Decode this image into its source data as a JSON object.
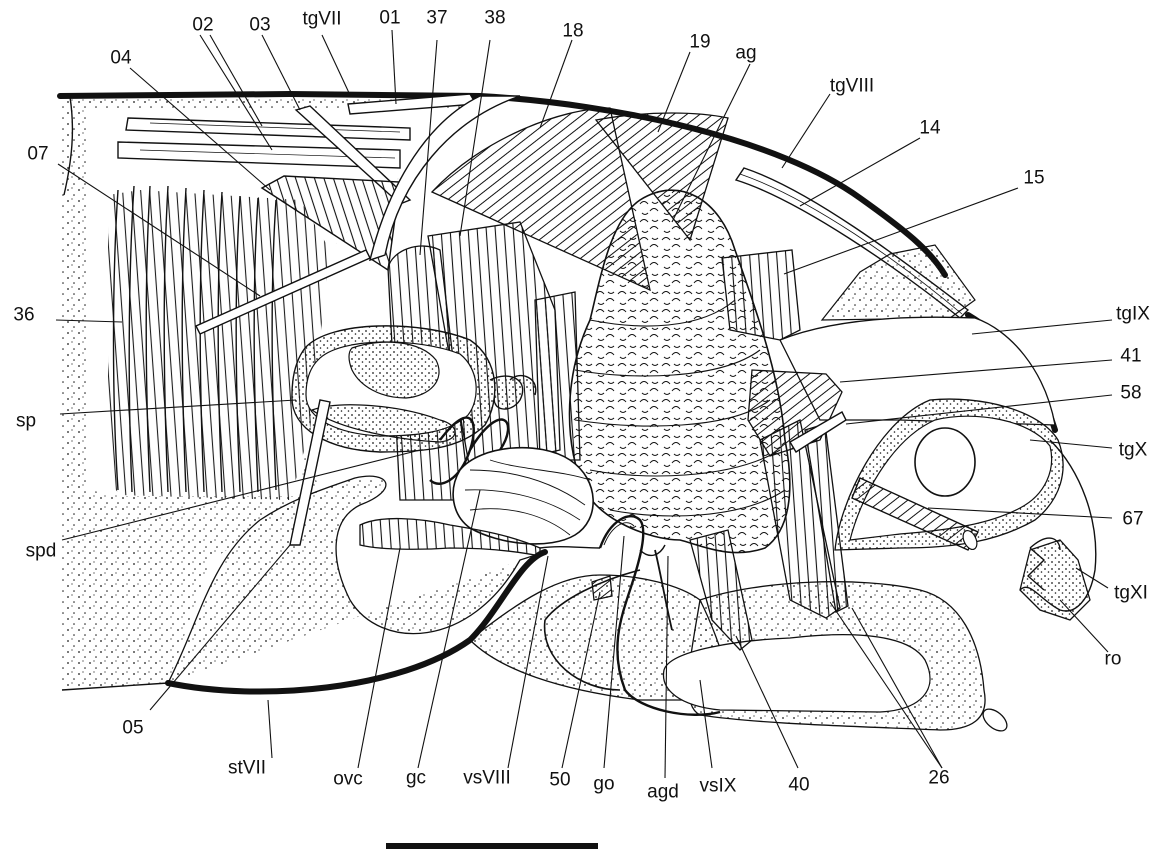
{
  "figure": {
    "kind": "anatomical line drawing",
    "colors": {
      "ink": "#111111",
      "paper": "#ffffff",
      "stipple": "#1a1a1a"
    },
    "scale_bar_label": ""
  },
  "labels": [
    {
      "id": "l01",
      "text": "01"
    },
    {
      "id": "l02",
      "text": "02"
    },
    {
      "id": "l03",
      "text": "03"
    },
    {
      "id": "l04",
      "text": "04"
    },
    {
      "id": "l05",
      "text": "05"
    },
    {
      "id": "l07",
      "text": "07"
    },
    {
      "id": "l14",
      "text": "14"
    },
    {
      "id": "l15",
      "text": "15"
    },
    {
      "id": "l18",
      "text": "18"
    },
    {
      "id": "l19",
      "text": "19"
    },
    {
      "id": "l26",
      "text": "26"
    },
    {
      "id": "l36",
      "text": "36"
    },
    {
      "id": "l37",
      "text": "37"
    },
    {
      "id": "l38",
      "text": "38"
    },
    {
      "id": "l40",
      "text": "40"
    },
    {
      "id": "l41",
      "text": "41"
    },
    {
      "id": "l50",
      "text": "50"
    },
    {
      "id": "l58",
      "text": "58"
    },
    {
      "id": "l67",
      "text": "67"
    },
    {
      "id": "ltgVII",
      "text": "tgVII"
    },
    {
      "id": "ltgVIII",
      "text": "tgVIII"
    },
    {
      "id": "ltgIX",
      "text": "tgIX"
    },
    {
      "id": "ltgX",
      "text": "tgX"
    },
    {
      "id": "ltgXI",
      "text": "tgXI"
    },
    {
      "id": "lag",
      "text": "ag"
    },
    {
      "id": "lsp",
      "text": "sp"
    },
    {
      "id": "lspd",
      "text": "spd"
    },
    {
      "id": "lro",
      "text": "ro"
    },
    {
      "id": "lstVII",
      "text": "stVII"
    },
    {
      "id": "lovc",
      "text": "ovc"
    },
    {
      "id": "lgc",
      "text": "gc"
    },
    {
      "id": "lvsVIII",
      "text": "vsVIII"
    },
    {
      "id": "lgo",
      "text": "go"
    },
    {
      "id": "lagd",
      "text": "agd"
    },
    {
      "id": "lvsIX",
      "text": "vsIX"
    }
  ]
}
